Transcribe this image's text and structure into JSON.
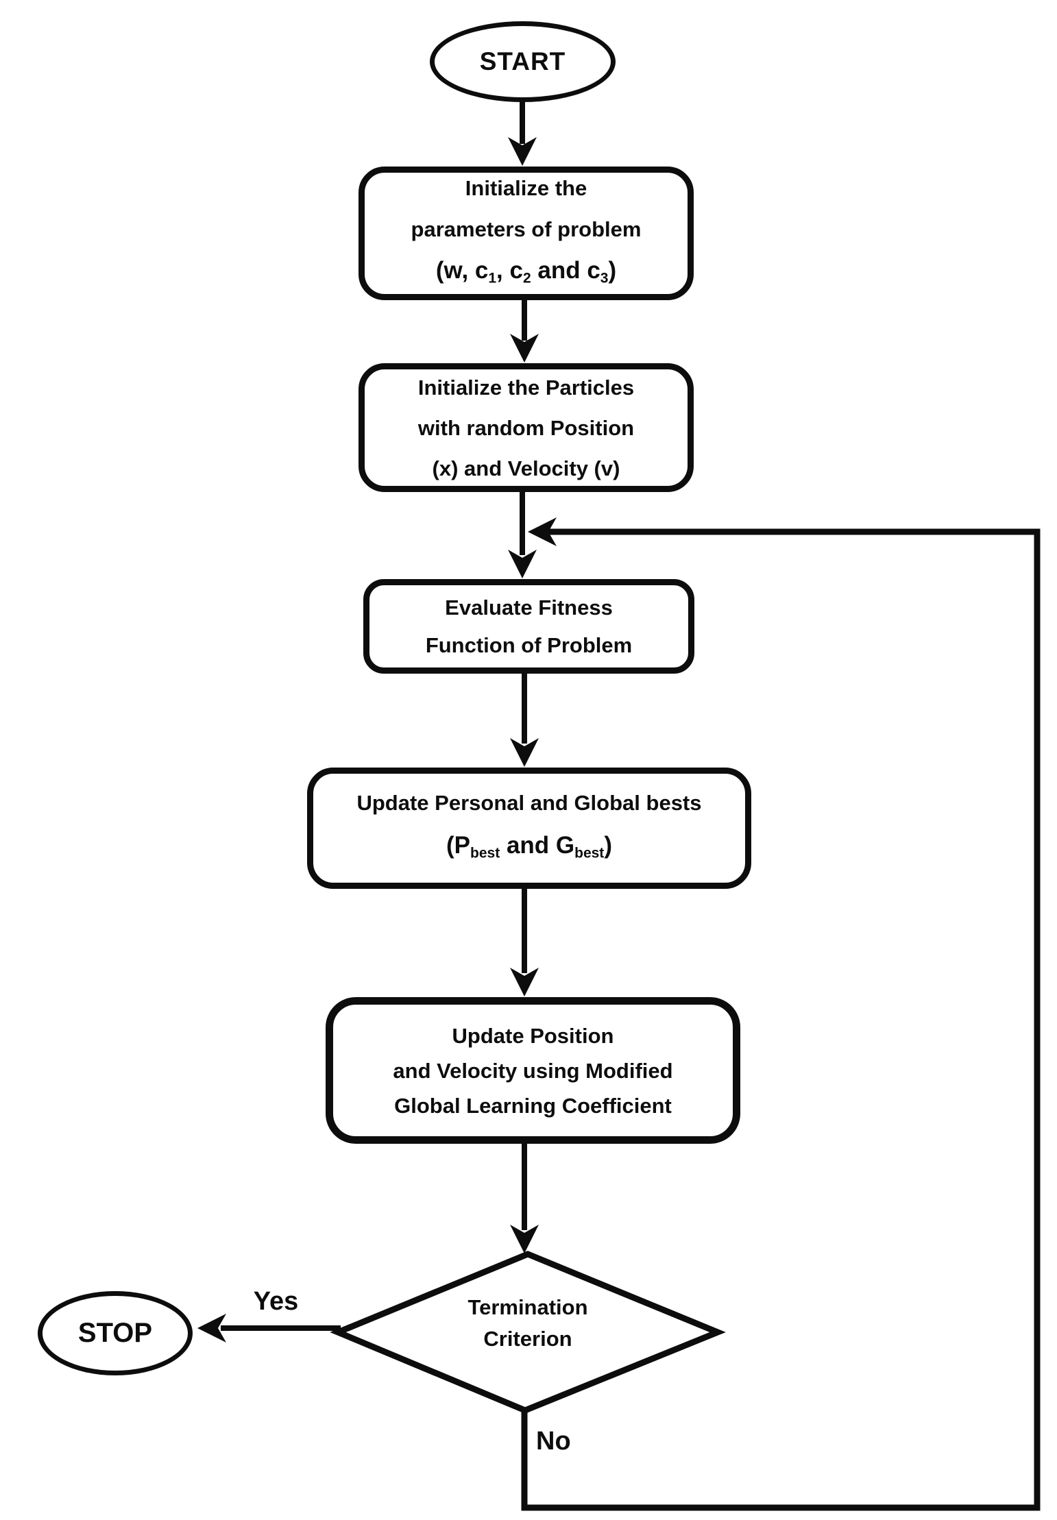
{
  "palette": {
    "ink": "#0d0d0d",
    "background": "#ffffff"
  },
  "nodes": {
    "start": {
      "label": "START"
    },
    "init_params": {
      "line1": "Initialize the",
      "line2": "parameters of problem",
      "formula": {
        "p1": "(w, c",
        "s1": "1",
        "p2": ", c",
        "s2": "2",
        "p3": " and c",
        "s3": "3",
        "p4": ")"
      }
    },
    "init_particles": {
      "line1": "Initialize the Particles",
      "line2": "with random Position",
      "line3": "(x) and Velocity (v)"
    },
    "evaluate": {
      "line1": "Evaluate Fitness",
      "line2": "Function of Problem"
    },
    "update_bests": {
      "line1": "Update Personal and Global bests",
      "formula": {
        "p1": "(P",
        "s1": "best",
        "p2": " and G",
        "s2": "best",
        "p3": ")"
      }
    },
    "update_position": {
      "line1": "Update Position",
      "line2": "and Velocity using Modified",
      "line3": "Global Learning Coefficient"
    },
    "termination": {
      "line1": "Termination",
      "line2": "Criterion"
    },
    "stop": {
      "label": "STOP"
    }
  },
  "labels": {
    "yes": "Yes",
    "no": "No"
  }
}
